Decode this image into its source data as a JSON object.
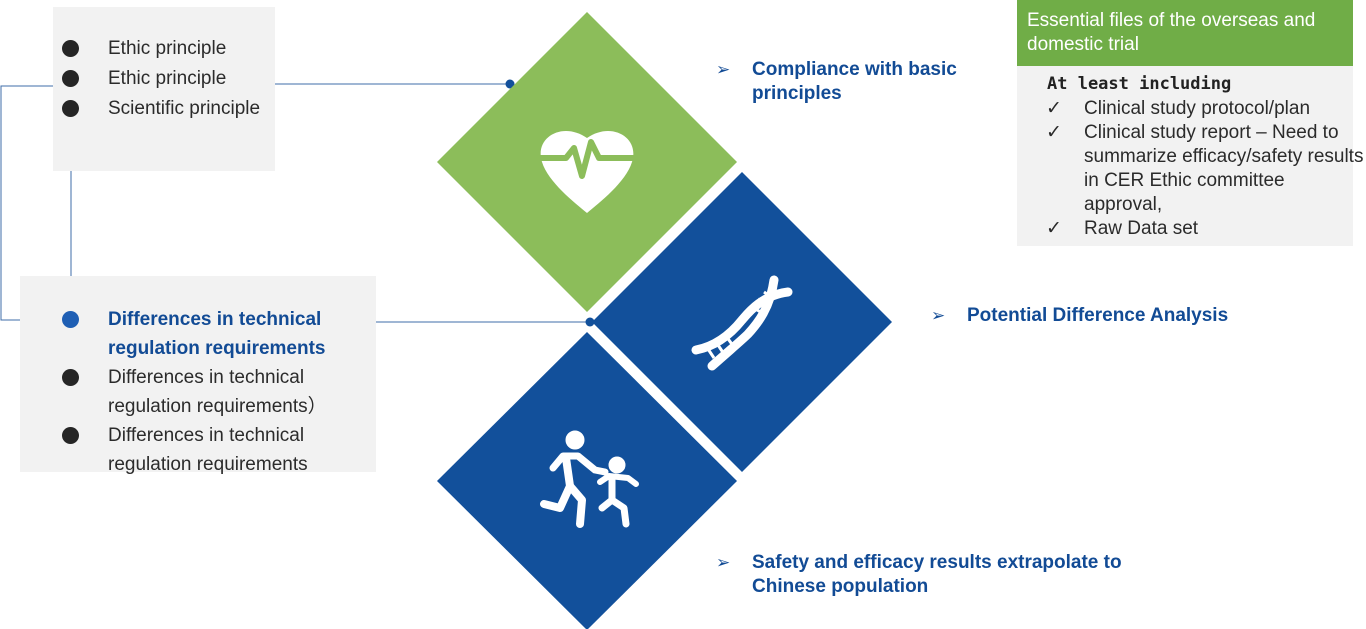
{
  "principles_box": {
    "items": [
      "Ethic principle",
      "Ethic principle",
      "Scientific principle"
    ]
  },
  "differences_box": {
    "items": [
      "Differences in technical regulation requirements",
      "Differences in technical regulation requirements）",
      "Differences in technical regulation requirements"
    ]
  },
  "labels": {
    "compliance": "Compliance with basic principles",
    "potential": "Potential Difference Analysis",
    "safety": "Safety and efficacy results extrapolate to Chinese population",
    "arrow_glyph": "➢"
  },
  "essential_files": {
    "title": "Essential files of the overseas and domestic trial",
    "subtitle": "At least including",
    "check_glyph": "✓",
    "items": [
      "Clinical study protocol/plan",
      "Clinical study report – Need to summarize efficacy/safety results in CER Ethic committee approval,",
      "Raw Data set"
    ]
  },
  "icons": {
    "green_diamond": "heart-pulse-icon",
    "blue_diamond": "dna-icon",
    "bottom_diamond": "running-people-icon"
  },
  "colors": {
    "green": "#8cbd5a",
    "blue": "#12509b",
    "label_blue": "#124b95",
    "header_green": "#70ad47",
    "box_gray": "#f2f2f2"
  }
}
